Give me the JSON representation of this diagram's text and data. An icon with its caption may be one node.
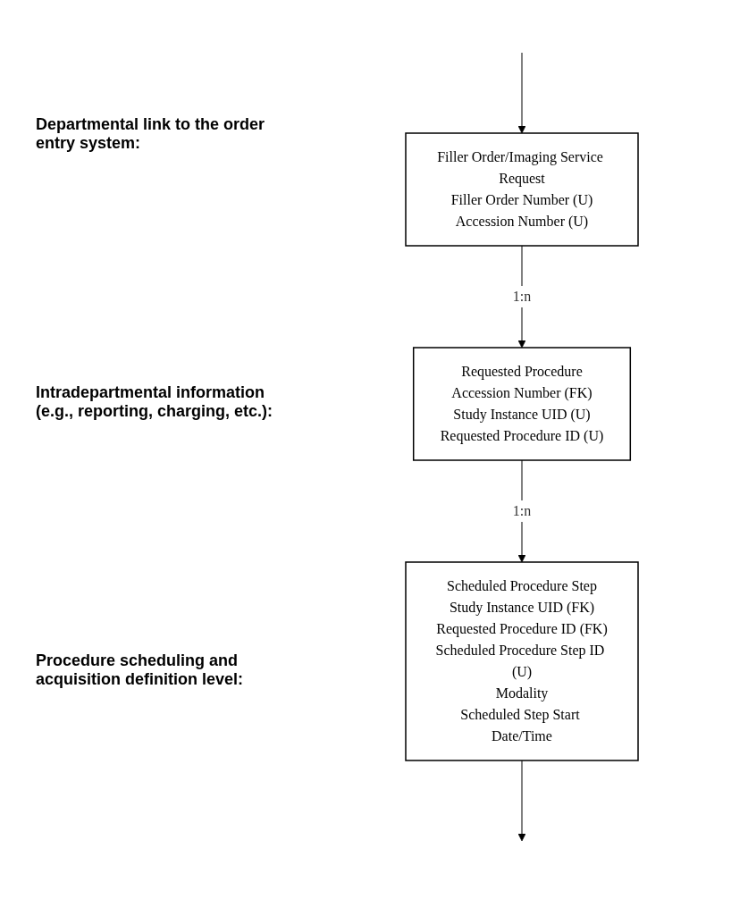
{
  "diagram": {
    "nodes": [
      {
        "text": [
          "Filler Order/Imaging Service Request",
          "Filler Order Number (U)",
          "Accession Number (U)"
        ]
      },
      {
        "text": [
          "Requested Procedure",
          "Accession Number (FK)",
          "Study Instance UID (U)",
          "Requested Procedure ID  (U)"
        ]
      },
      {
        "text": [
          "Scheduled Procedure Step",
          "Study Instance UID (FK)",
          "Requested Procedure ID (FK)",
          "Scheduled Procedure Step ID (U)",
          "Modality",
          "Scheduled Step Start Date/Time"
        ]
      }
    ],
    "edges": [
      {
        "from": null,
        "to": 0,
        "arrow": "to"
      },
      {
        "from": 0,
        "to": 1,
        "arrow": "to",
        "label": "1:n"
      },
      {
        "from": 1,
        "to": 2,
        "arrow": "to",
        "label": "1:n"
      },
      {
        "from": 2,
        "to": null,
        "arrow": "to"
      }
    ],
    "labels": [
      "Departmental link to the order entry system:",
      "Intradepartmental information (e.g., reporting, charging, etc.):",
      "Procedure scheduling and acquisition definition level:"
    ]
  }
}
